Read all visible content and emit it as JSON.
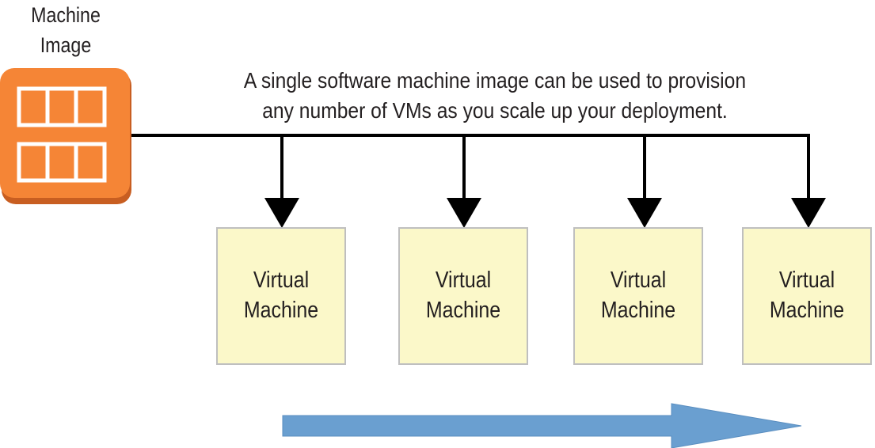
{
  "machine_image": {
    "label_lines": [
      "Machine",
      "Image"
    ],
    "icon": "machine-image-icon",
    "icon_color": "#f58536"
  },
  "caption_lines": [
    "A single software machine image can be used to provision",
    "any number of VMs as you scale up your deployment."
  ],
  "virtual_machines": [
    {
      "label_lines": [
        "Virtual",
        "Machine"
      ]
    },
    {
      "label_lines": [
        "Virtual",
        "Machine"
      ]
    },
    {
      "label_lines": [
        "Virtual",
        "Machine"
      ]
    },
    {
      "label_lines": [
        "Virtual",
        "Machine"
      ]
    }
  ],
  "colors": {
    "vm_fill": "#fbf8c9",
    "vm_border": "#bfbfbf",
    "scale_arrow": "#6a9fd0",
    "connector": "#000000"
  },
  "scale_arrow_icon": "right-arrow-icon"
}
